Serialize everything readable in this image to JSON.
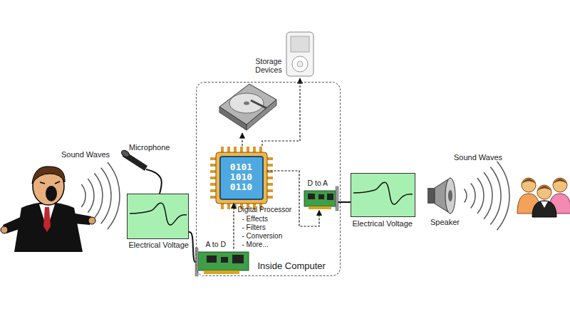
{
  "diagram": {
    "nodes": [
      {
        "text": [
          "Electrical Voltage"
        ]
      },
      {
        "text": [
          "Inside Computer"
        ]
      },
      {
        "text": [
          "0101 1010 0110",
          "Digital Processor",
          "- Effects",
          "- Filters",
          "- Conversion",
          "- More..."
        ],
        "in": 1
      },
      {
        "text": [
          "A to D"
        ],
        "in": 1
      },
      {
        "text": [
          "D to A"
        ],
        "in": 1
      },
      {
        "text": [
          "Electrical Voltage"
        ]
      }
    ],
    "edges": [
      {
        "from": 0,
        "to": 3,
        "arrow": "none"
      },
      {
        "from": 3,
        "to": 2,
        "arrow": "to"
      },
      {
        "from": 2,
        "to": 4,
        "arrow": "to"
      },
      {
        "from": 4,
        "to": 5,
        "arrow": "none"
      }
    ],
    "labels": [
      "Sound Waves",
      "Microphone",
      "Storage Devices",
      "Speaker",
      "Sound Waves"
    ]
  }
}
